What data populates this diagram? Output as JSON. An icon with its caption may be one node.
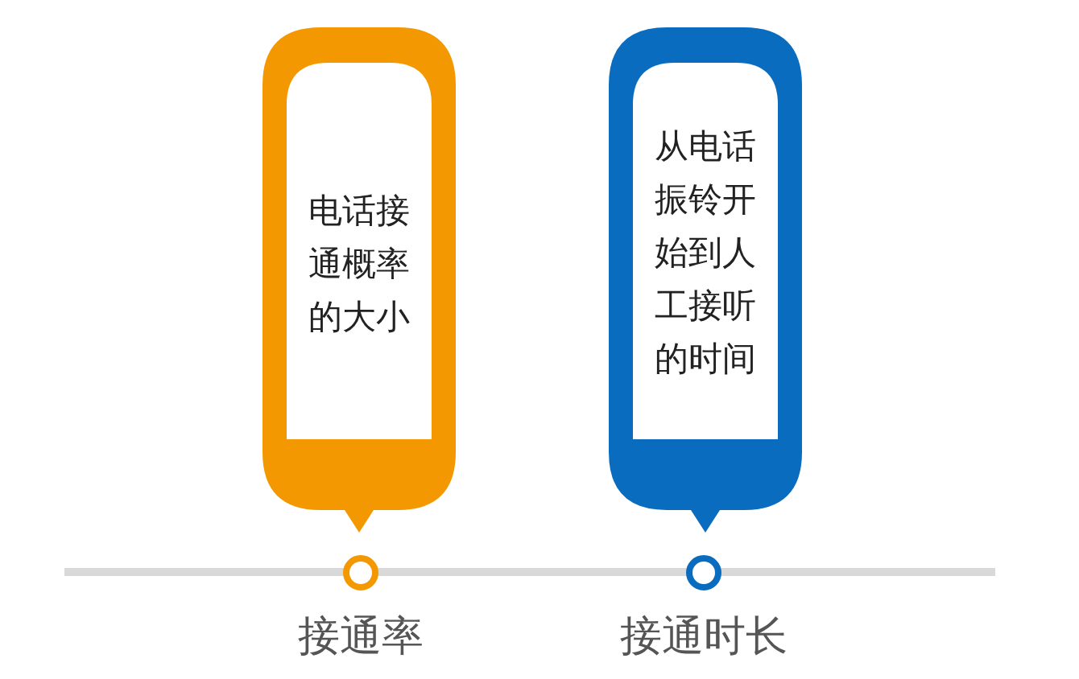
{
  "diagram": {
    "nodes": [
      {
        "text": [
          "电话接通概率的大小"
        ]
      },
      {
        "text": [
          "从电话振铃开始到人工接听的时间"
        ]
      },
      {
        "text": [],
        "shape": "circle",
        "beside": [
          "接通率"
        ]
      },
      {
        "text": [],
        "shape": "circle",
        "beside": [
          "接通时长"
        ]
      }
    ],
    "edges": []
  }
}
